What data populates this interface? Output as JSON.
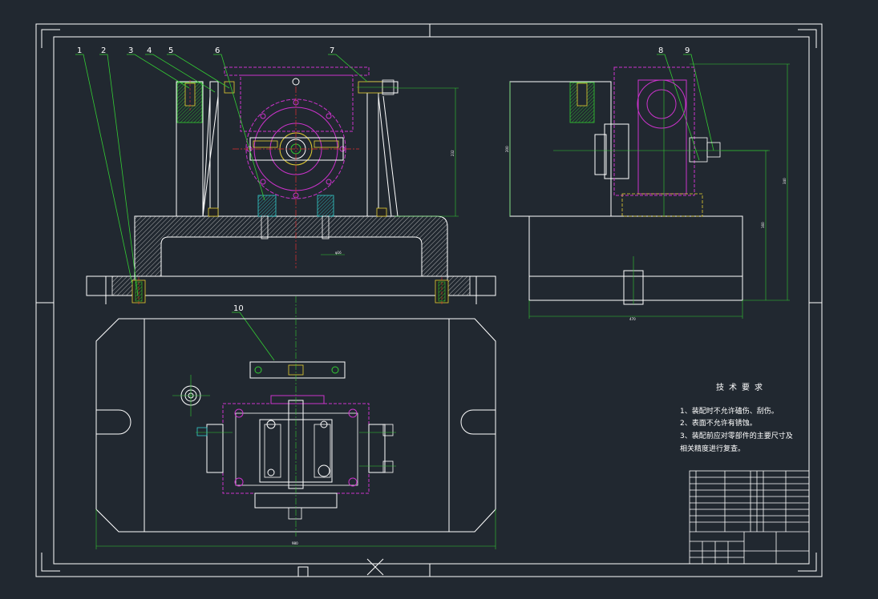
{
  "colors": {
    "background": "#212830",
    "frame": "#ffffff",
    "outline": "#ffffff",
    "leader": "#33cc33",
    "magenta": "#cc33cc",
    "center": "#e03030",
    "hatch": "#cfcfcf",
    "yellow": "#e6d033",
    "cyan": "#33cccc",
    "green_fill": "#2f9e3f"
  },
  "callouts": [
    "1",
    "2",
    "3",
    "4",
    "5",
    "6",
    "7",
    "8",
    "9",
    "10"
  ],
  "technical_requirements": {
    "title": "技术要求",
    "items": [
      "1、装配时不允许磕伤、刮伤。",
      "2、表面不允许有锈蚀。",
      "3、装配前应对零部件的主要尺寸及",
      "相关精度进行复查。"
    ]
  },
  "dimensions": {
    "front_height": "232",
    "side_left_height": "200",
    "side_right_height": "340",
    "side_mid_height": "160",
    "side_bottom_width": "470",
    "front_bottom_width": "980",
    "hole_note": "φ16"
  },
  "icons": [
    "bolt-icon",
    "section-hatch-icon",
    "centerline-icon"
  ]
}
